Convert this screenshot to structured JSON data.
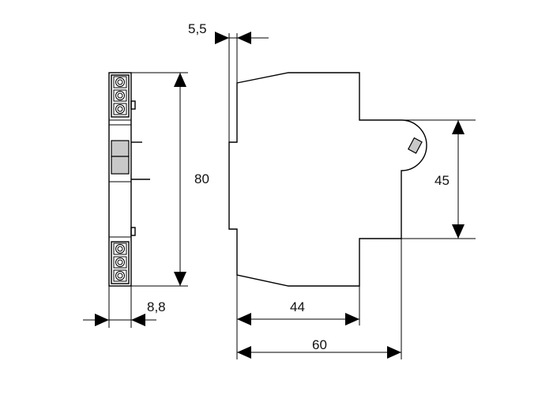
{
  "dimensions": {
    "gap_width": "5,5",
    "side_width": "8,8",
    "height": "80",
    "step_height": "45",
    "depth_front": "44",
    "depth_total": "60"
  }
}
